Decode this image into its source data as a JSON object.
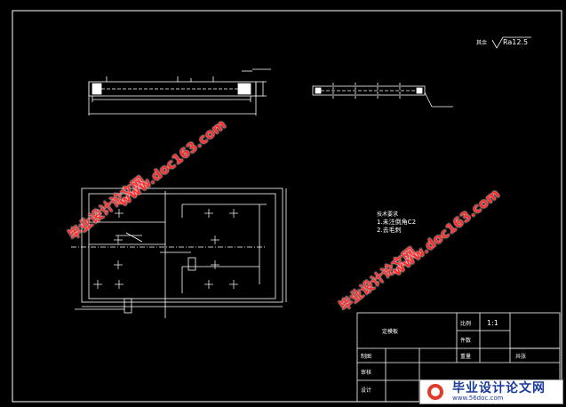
{
  "roughness": {
    "prefix": "其余",
    "value": "Ra12.5"
  },
  "notes": {
    "title": "技术要求",
    "line1": "1.未注倒角C2",
    "line2": "2.去毛刺"
  },
  "title_block": {
    "part_name": "定模板",
    "scale_label": "比例",
    "scale_value": "1:1",
    "qty_label": "件数",
    "weight_label": "重量",
    "sheet_label": "共张",
    "draw_label": "制图",
    "review_label": "审核",
    "design_label": "设计"
  },
  "watermarks": {
    "cn": "毕业设计论文网",
    "url": "www.doc163.com"
  },
  "logo": {
    "text": "毕业设计论文网",
    "url": "www.56doc.com"
  },
  "colors": {
    "line": "#ffffff",
    "dim": "#ffffff",
    "watermark": "#ff2a2a",
    "logo_text": "#1a3a9a"
  }
}
